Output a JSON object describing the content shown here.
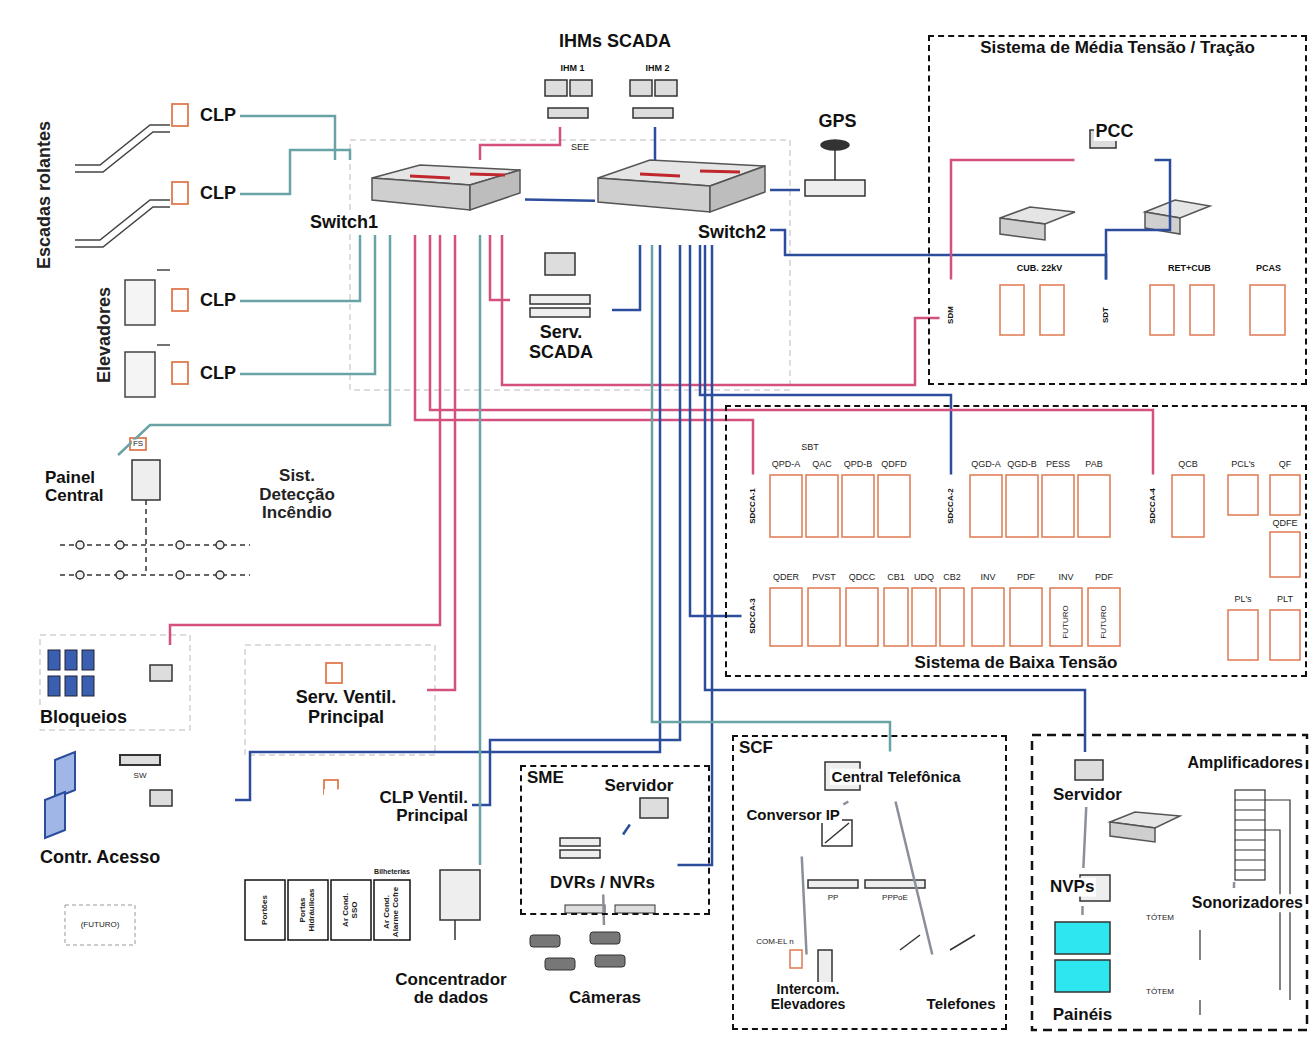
{
  "diagram": {
    "nodes": [
      {
        "text": [
          "IHMs SCADA"
        ]
      },
      {
        "text": [
          "IHM 1"
        ],
        "in": 0
      },
      {
        "text": [
          "IHM 2"
        ],
        "in": 0
      },
      {
        "text": [
          "Switch1"
        ]
      },
      {
        "text": [
          "Switch2"
        ]
      },
      {
        "text": [
          "GPS"
        ]
      },
      {
        "text": [
          "Serv. SCADA"
        ]
      },
      {
        "text": [
          "Sistema de Média Tensão / Tração"
        ]
      },
      {
        "text": [
          "PCC"
        ],
        "in": 7
      },
      {
        "text": [
          "SDM"
        ],
        "in": 7
      },
      {
        "text": [
          "CUB. 22kV"
        ],
        "in": 7
      },
      {
        "text": [
          "SDT"
        ],
        "in": 7
      },
      {
        "text": [
          "RET+CUB"
        ],
        "in": 7
      },
      {
        "text": [
          "PCAS"
        ],
        "in": 7
      },
      {
        "text": [
          "CLP"
        ]
      },
      {
        "text": [
          "CLP"
        ]
      },
      {
        "text": [
          "CLP"
        ]
      },
      {
        "text": [
          "CLP"
        ]
      },
      {
        "text": [
          "Painel Central"
        ]
      },
      {
        "text": [
          "Sistema de Baixa Tensão"
        ]
      },
      {
        "text": [
          "SDCCA-1"
        ],
        "in": 19
      },
      {
        "text": [
          "SDCCA-2"
        ],
        "in": 19
      },
      {
        "text": [
          "SDCCA-4"
        ],
        "in": 19
      },
      {
        "text": [
          "SDCCA-3"
        ],
        "in": 19
      },
      {
        "text": [
          "Bloqueios"
        ]
      },
      {
        "text": [
          "Contr. Acesso"
        ]
      },
      {
        "text": [
          "Serv. Ventil. Principal"
        ]
      },
      {
        "text": [
          "CLP Ventil. Principal"
        ]
      },
      {
        "text": [
          "Concentrador de dados"
        ]
      },
      {
        "text": [
          "SME"
        ]
      },
      {
        "text": [
          "Servidor"
        ],
        "in": 29
      },
      {
        "text": [
          "DVRs / NVRs"
        ],
        "in": 29
      },
      {
        "text": [
          "Câmeras"
        ]
      },
      {
        "text": [
          "SCF"
        ]
      },
      {
        "text": [
          "Central Telefônica"
        ],
        "in": 33
      },
      {
        "text": [
          "Conversor IP"
        ],
        "in": 33
      },
      {
        "text": [
          "Intercom. Elevadores"
        ],
        "in": 33
      },
      {
        "text": [
          "Telefones"
        ],
        "in": 33
      },
      {
        "text": [
          "Servidor"
        ]
      },
      {
        "text": [
          "Amplificadores"
        ]
      },
      {
        "text": [
          "NVPs"
        ]
      },
      {
        "text": [
          "Sonorizadores"
        ]
      },
      {
        "text": [
          "Painéis"
        ]
      }
    ],
    "edges": [
      {
        "from": 3,
        "to": 4,
        "arrow": "none"
      },
      {
        "from": 1,
        "to": 3,
        "arrow": "none"
      },
      {
        "from": 2,
        "to": 4,
        "arrow": "none"
      },
      {
        "from": 5,
        "to": 4,
        "arrow": "none"
      },
      {
        "from": 6,
        "to": 3,
        "arrow": "none"
      },
      {
        "from": 6,
        "to": 4,
        "arrow": "none"
      },
      {
        "from": 3,
        "to": 14,
        "arrow": "none"
      },
      {
        "from": 3,
        "to": 15,
        "arrow": "none"
      },
      {
        "from": 3,
        "to": 16,
        "arrow": "none"
      },
      {
        "from": 3,
        "to": 17,
        "arrow": "none"
      },
      {
        "from": 3,
        "to": 18,
        "arrow": "none"
      },
      {
        "from": 3,
        "to": 9,
        "arrow": "none"
      },
      {
        "from": 4,
        "to": 11,
        "arrow": "none"
      },
      {
        "from": 8,
        "to": 9,
        "arrow": "none"
      },
      {
        "from": 8,
        "to": 11,
        "arrow": "none"
      },
      {
        "from": 3,
        "to": 20,
        "arrow": "none"
      },
      {
        "from": 4,
        "to": 21,
        "arrow": "none"
      },
      {
        "from": 3,
        "to": 22,
        "arrow": "none"
      },
      {
        "from": 4,
        "to": 23,
        "arrow": "none"
      },
      {
        "from": 3,
        "to": 24,
        "arrow": "none"
      },
      {
        "from": 4,
        "to": 25,
        "arrow": "none"
      },
      {
        "from": 3,
        "to": 26,
        "arrow": "none"
      },
      {
        "from": 4,
        "to": 27,
        "arrow": "none"
      },
      {
        "from": 3,
        "to": 28,
        "arrow": "none"
      },
      {
        "from": 4,
        "to": 31,
        "arrow": "none"
      },
      {
        "from": 30,
        "to": 31,
        "arrow": "none"
      },
      {
        "from": 31,
        "to": 32,
        "arrow": "none"
      },
      {
        "from": 4,
        "to": 34,
        "arrow": "none"
      },
      {
        "from": 4,
        "to": 38,
        "arrow": "none"
      },
      {
        "from": 34,
        "to": 35,
        "arrow": "none"
      },
      {
        "from": 35,
        "to": 36,
        "arrow": "none"
      },
      {
        "from": 34,
        "to": 37,
        "arrow": "none"
      },
      {
        "from": 38,
        "to": 40,
        "arrow": "none"
      },
      {
        "from": 39,
        "to": 41,
        "arrow": "none"
      },
      {
        "from": 40,
        "to": 42,
        "arrow": "none"
      }
    ],
    "labels": [
      "Escadas rolantes",
      "Elevadores",
      "Sist. Detecção Incêndio",
      "FS",
      "SEE",
      "SBT",
      "QPD-A",
      "QAC",
      "QPD-B",
      "QDFD",
      "QGD-A",
      "QGD-B",
      "PESS",
      "PAB",
      "QCB",
      "PCL's",
      "QF",
      "QDFE",
      "QDER",
      "PVST",
      "QDCC",
      "CB1",
      "UDQ",
      "CB2",
      "INV",
      "PDF",
      "INV",
      "PDF",
      "FUTURO",
      "FUTURO",
      "PL's",
      "PLT",
      "SW",
      "(FUTURO)",
      "Portões",
      "Portas Hidráulicas",
      "Ar Cond. SSO",
      "Bilheterias",
      "Ar Cond. Alarme Cofre",
      "PP",
      "PPPoE",
      "COM-EL n",
      "TÓTEM",
      "TÓTEM"
    ]
  }
}
